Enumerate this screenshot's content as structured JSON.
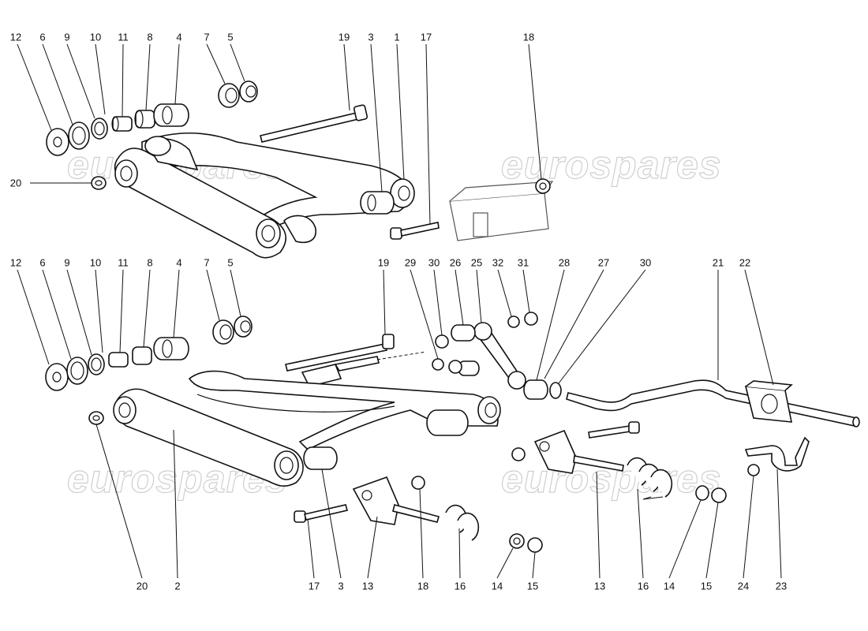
{
  "watermarks": [
    "eurospares",
    "eurospares",
    "eurospares",
    "eurospares"
  ],
  "labels": [
    "12",
    "6",
    "9",
    "10",
    "11",
    "8",
    "4",
    "7",
    "5",
    "19",
    "3",
    "1",
    "17",
    "18",
    "20",
    "12",
    "6",
    "9",
    "10",
    "11",
    "8",
    "4",
    "7",
    "5",
    "19",
    "29",
    "30",
    "26",
    "25",
    "32",
    "31",
    "28",
    "27",
    "30",
    "21",
    "22",
    "20",
    "2",
    "17",
    "3",
    "13",
    "18",
    "16",
    "14",
    "15",
    "13",
    "16",
    "14",
    "15",
    "24",
    "23"
  ]
}
